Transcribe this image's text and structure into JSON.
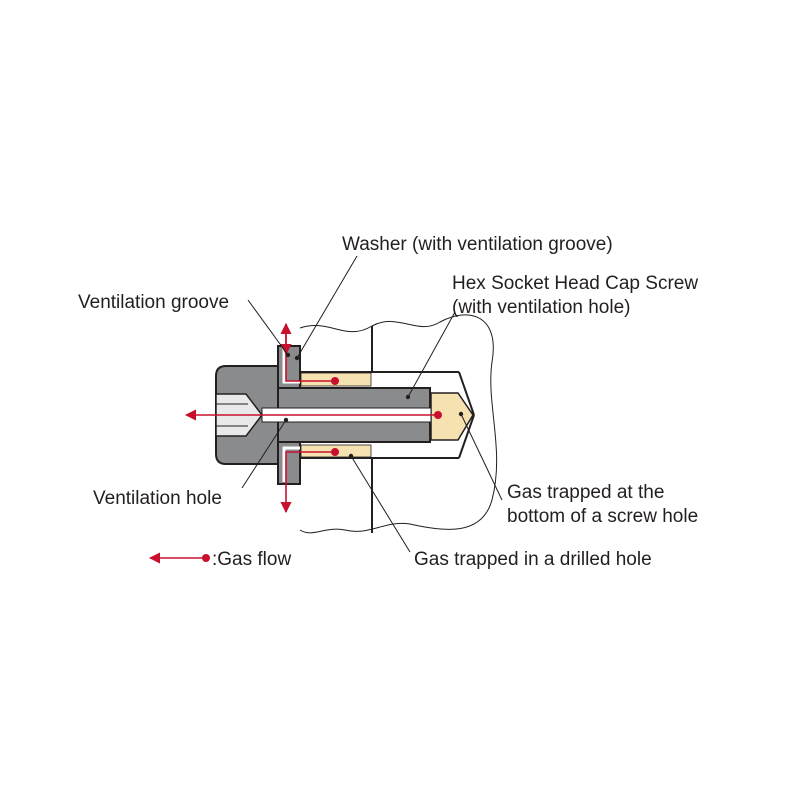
{
  "labels": {
    "washer": "Washer (with ventilation groove)",
    "screw_line1": "Hex Socket Head Cap Screw",
    "screw_line2": "(with ventilation hole)",
    "ventilation_groove": "Ventilation groove",
    "ventilation_hole": "Ventilation hole",
    "gas_bottom_line1": "Gas trapped at the",
    "gas_bottom_line2": "bottom of a screw hole",
    "gas_drilled": "Gas trapped in a drilled hole",
    "legend": ":Gas flow"
  },
  "colors": {
    "steel": "#8a8b8d",
    "outline": "#231f20",
    "gas_pocket": "#f6e2b0",
    "flow": "#c8102e"
  }
}
